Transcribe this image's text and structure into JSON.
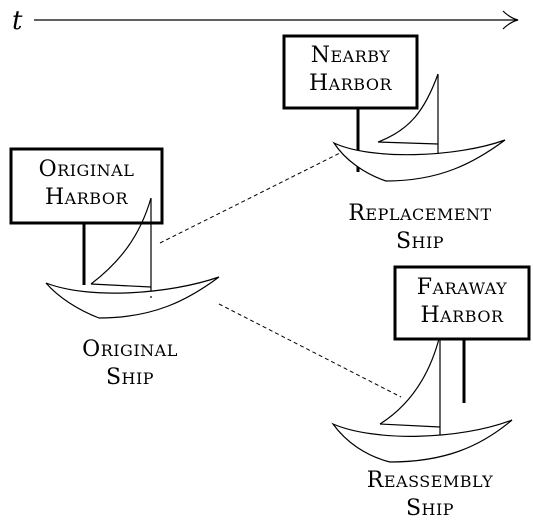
{
  "axis": {
    "label": "t"
  },
  "nodes": {
    "original_harbor": {
      "line1": "Original",
      "line2": "Harbor"
    },
    "nearby_harbor": {
      "line1": "Nearby",
      "line2": "Harbor"
    },
    "faraway_harbor": {
      "line1": "Faraway",
      "line2": "Harbor"
    },
    "original_ship": {
      "line1": "Original",
      "line2": "Ship"
    },
    "replacement_ship": {
      "line1": "Replacement",
      "line2": "Ship"
    },
    "reassembly_ship": {
      "line1": "Reassembly",
      "line2": "Ship"
    }
  },
  "edges": [
    {
      "from": "original_ship",
      "to": "replacement_ship",
      "style": "dashed"
    },
    {
      "from": "original_ship",
      "to": "reassembly_ship",
      "style": "dashed"
    }
  ]
}
